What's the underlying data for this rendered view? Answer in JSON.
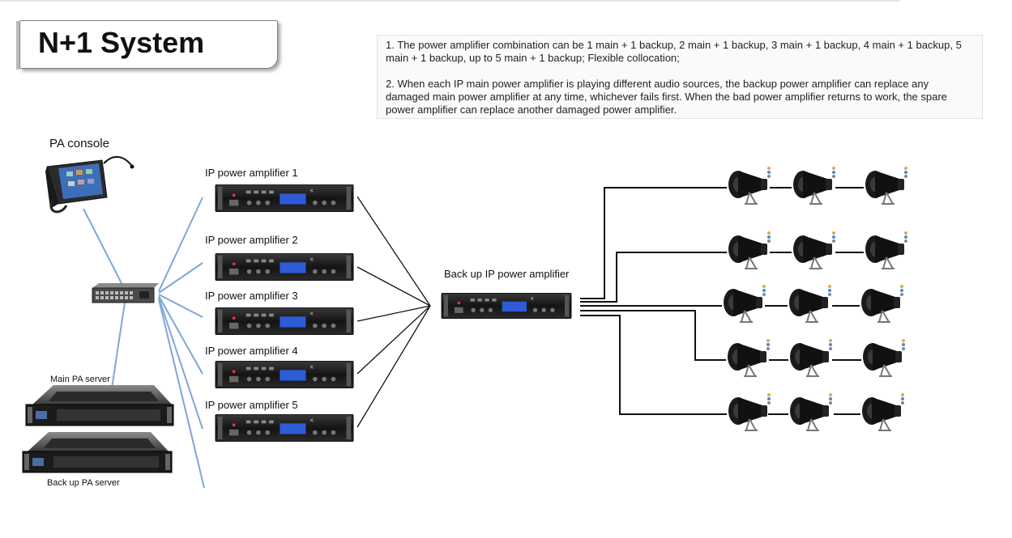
{
  "title": "N+1 System",
  "notes": [
    "1. The power amplifier combination can be 1 main + 1 backup, 2 main + 1 backup, 3 main + 1 backup, 4 main + 1 backup, 5 main + 1 backup, up to 5 main + 1 backup; Flexible collocation;",
    "2. When each IP main power amplifier is playing different audio sources, the backup power amplifier can replace any damaged main power amplifier at any time, whichever fails first. When the bad power amplifier returns to work, the spare power amplifier can replace another damaged power amplifier."
  ],
  "labels": {
    "console": "PA console",
    "amp1": "IP power amplifier 1",
    "amp2": "IP power amplifier 2",
    "amp3": "IP power amplifier 3",
    "amp4": "IP power amplifier 4",
    "amp5": "IP power amplifier 5",
    "backup_amp": "Back up IP power amplifier",
    "main_server": "Main PA server",
    "backup_server": "Back up PA server"
  },
  "icons": {
    "console": "pa-console-icon",
    "switch": "network-switch-icon",
    "server": "server-icon",
    "amplifier": "power-amplifier-icon",
    "speaker": "horn-speaker-icon"
  },
  "speaker_grid": {
    "rows": 5,
    "per_row": 3
  },
  "colors": {
    "network_line": "#7ea6d9",
    "audio_line": "#111111",
    "device": "#1a1a1a",
    "screen": "#2e5bd6"
  }
}
